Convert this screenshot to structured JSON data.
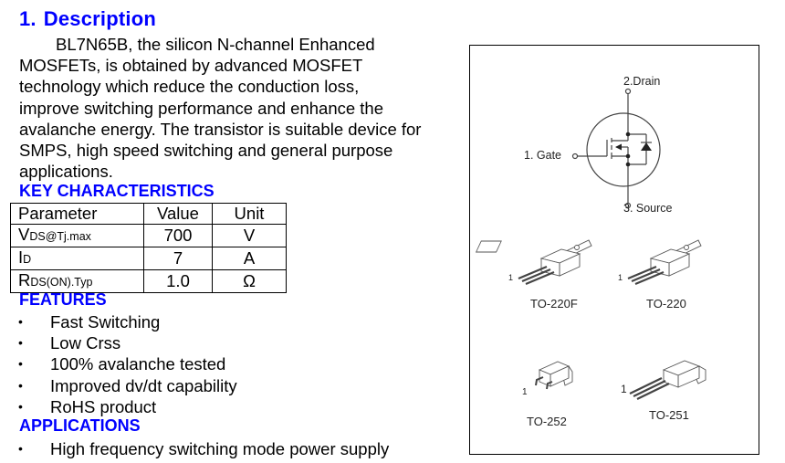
{
  "heading": {
    "number": "1.",
    "title": "Description"
  },
  "description": "BL7N65B, the silicon N-channel Enhanced MOSFETs, is obtained by advanced MOSFET technology which reduce the conduction loss, improve switching performance and enhance the avalanche energy. The transistor is suitable device for SMPS, high speed switching and general purpose applications.",
  "description_lines": [
    "BL7N65B, the silicon N-channel Enhanced",
    "MOSFETs, is obtained by advanced MOSFET",
    "technology which reduce the conduction loss,",
    "improve switching performance and enhance the",
    "avalanche energy. The transistor is suitable device for",
    "SMPS, high speed switching and general purpose",
    "applications."
  ],
  "key_characteristics": {
    "title": "KEY CHARACTERISTICS",
    "headers": [
      "Parameter",
      "Value",
      "Unit"
    ],
    "rows": [
      {
        "param_main": "V",
        "param_sub": "DS@Tj.max",
        "value": "700",
        "unit": "V"
      },
      {
        "param_main": "I",
        "param_sub": "D",
        "value": "7",
        "unit": "A"
      },
      {
        "param_main": "R",
        "param_sub": "DS(ON).Typ",
        "value": "1.0",
        "unit": "Ω"
      }
    ]
  },
  "features": {
    "title": "FEATURES",
    "items": [
      "Fast Switching",
      "Low Crss",
      "100% avalanche tested",
      "Improved dv/dt capability",
      "RoHS product"
    ]
  },
  "applications": {
    "title": "APPLICATIONS",
    "items": [
      "High frequency switching mode power supply"
    ]
  },
  "bullet": "•",
  "schematic": {
    "drain_label": "2.Drain",
    "gate_label": "1. Gate",
    "source_label": "3. Source"
  },
  "packages": [
    {
      "name": "TO-220F",
      "pin_label": "1"
    },
    {
      "name": "TO-220",
      "pin_label": "1"
    },
    {
      "name": "TO-252",
      "pin_label": "1"
    },
    {
      "name": "TO-251",
      "pin_label": "1"
    }
  ],
  "colors": {
    "heading": "#0000ff",
    "text": "#000000",
    "diagram": "#444444"
  }
}
